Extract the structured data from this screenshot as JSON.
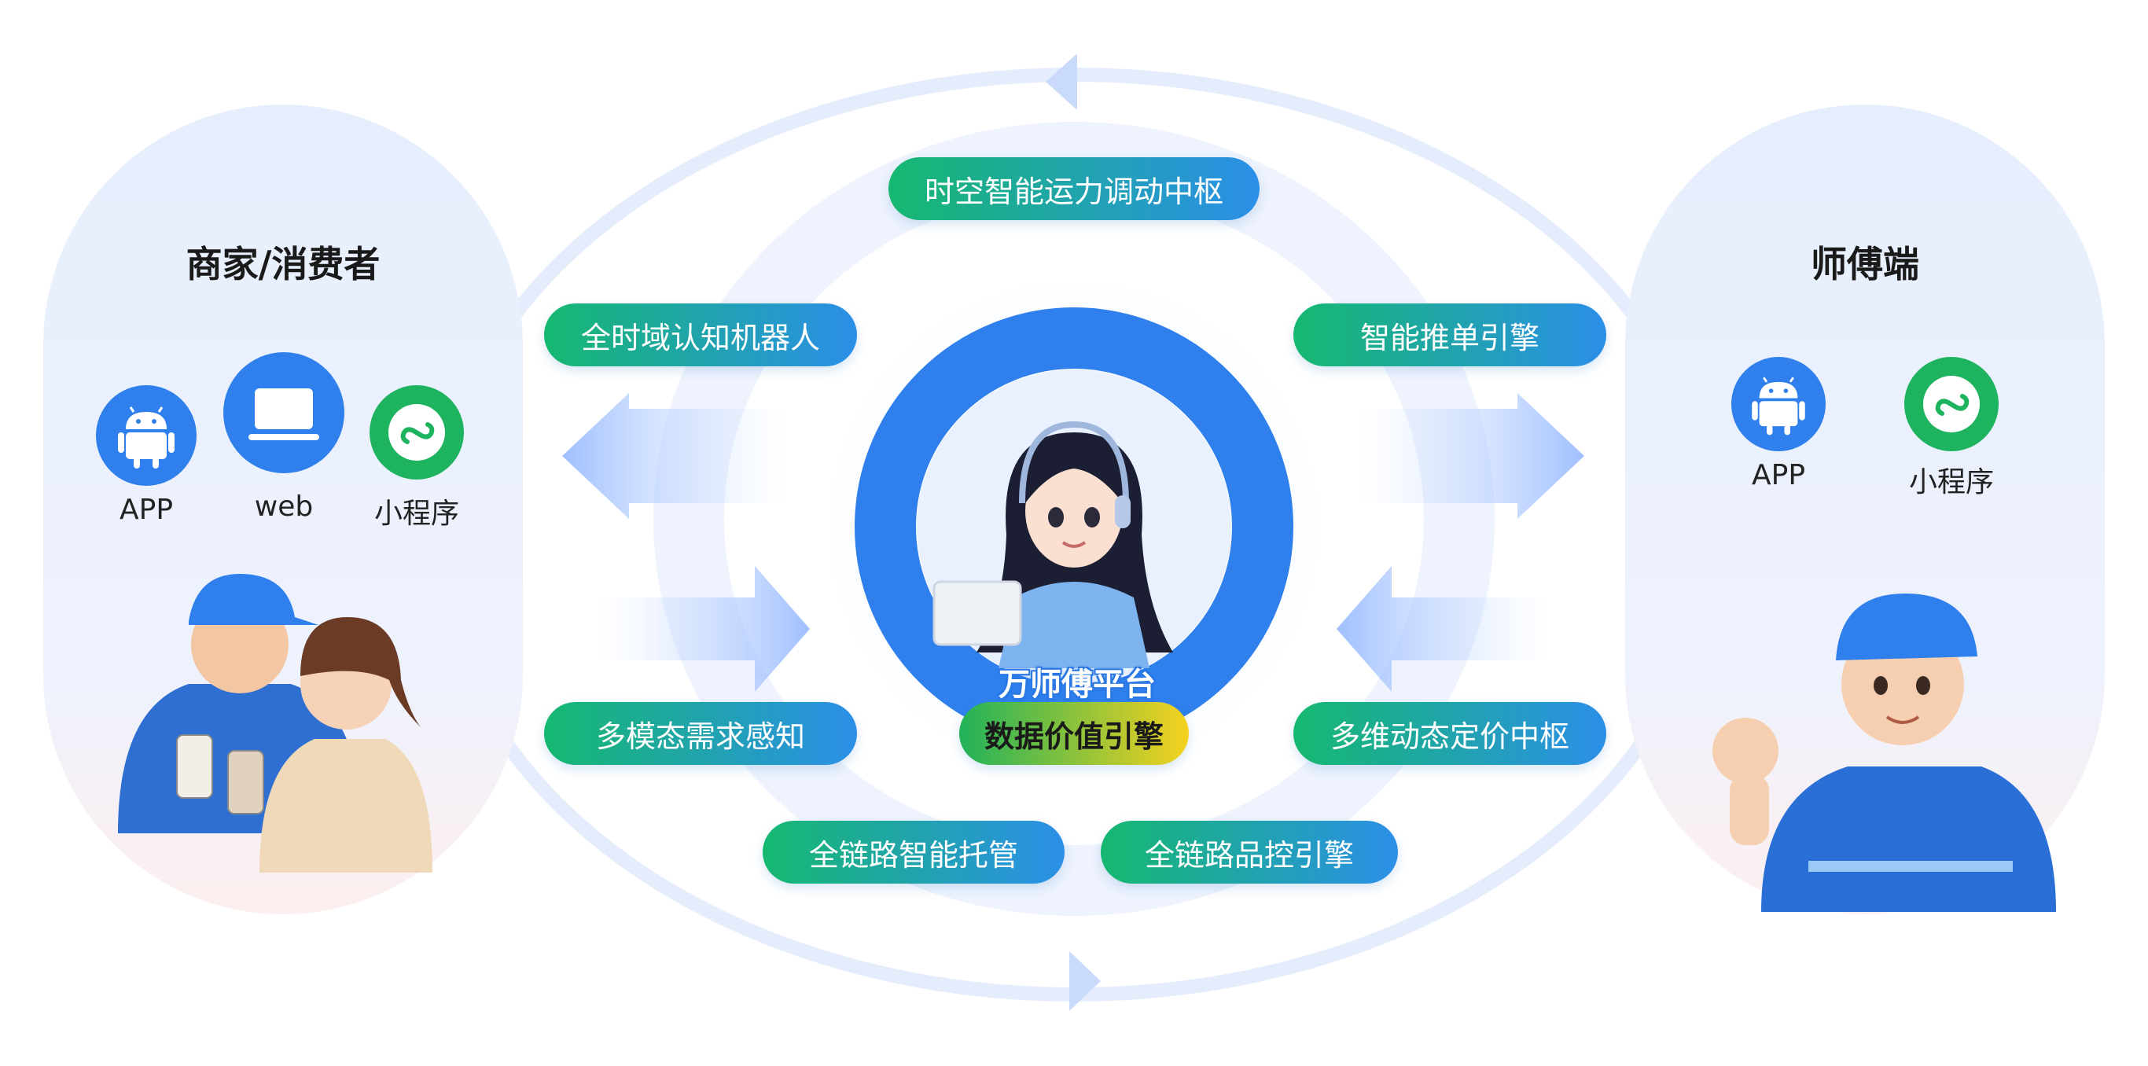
{
  "left_panel": {
    "title": "商家/消费者",
    "icons": [
      {
        "label": "APP",
        "icon": "android-icon"
      },
      {
        "label": "web",
        "icon": "laptop-icon"
      },
      {
        "label": "小程序",
        "icon": "mini-program-icon"
      }
    ]
  },
  "right_panel": {
    "title": "师傅端",
    "icons": [
      {
        "label": "APP",
        "icon": "android-icon"
      },
      {
        "label": "小程序",
        "icon": "mini-program-icon"
      }
    ]
  },
  "center": {
    "platform_name": "万师傅平台",
    "value_engine": "数据价值引擎"
  },
  "capabilities": {
    "top": "时空智能运力调动中枢",
    "upper_left": "全时域认知机器人",
    "upper_right": "智能推单引擎",
    "lower_left": "多模态需求感知",
    "lower_right": "多维动态定价中枢",
    "bottom_left": "全链路智能托管",
    "bottom_right": "全链路品控引擎"
  },
  "colors": {
    "primary_blue": "#2f80ed",
    "green": "#16b870",
    "panel_bg": "#eaf0fd",
    "panel_bg_bottom": "#fdf0f0"
  }
}
